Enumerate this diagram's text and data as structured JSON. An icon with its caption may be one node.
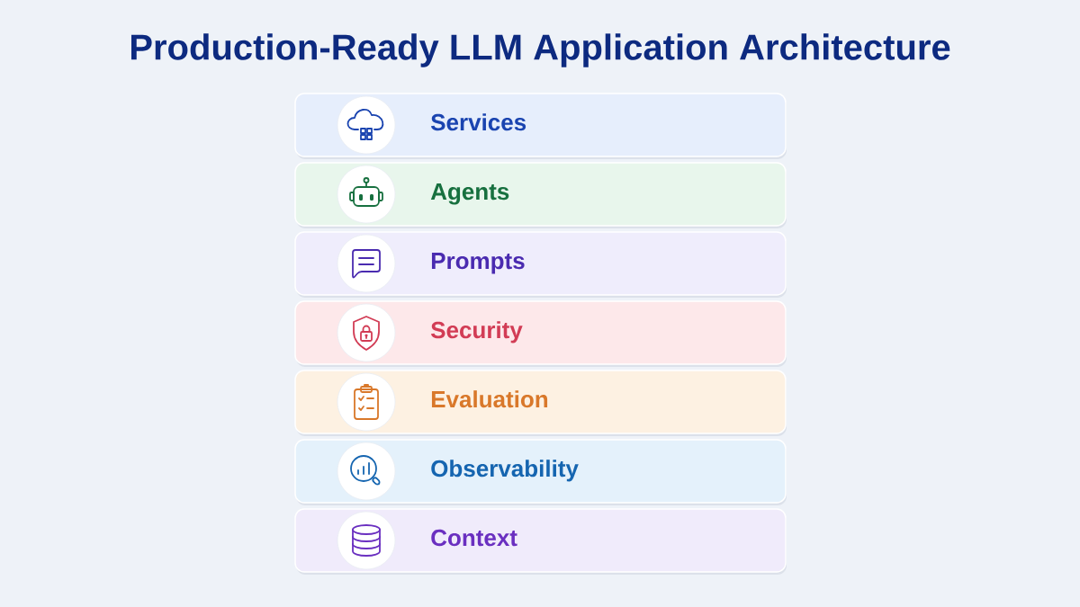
{
  "diagram": {
    "title": "Production-Ready LLM Application Architecture",
    "nodes": [
      {
        "text": [
          "Services"
        ]
      },
      {
        "text": [
          "Agents"
        ]
      },
      {
        "text": [
          "Prompts"
        ]
      },
      {
        "text": [
          "Security"
        ]
      },
      {
        "text": [
          "Evaluation"
        ]
      },
      {
        "text": [
          "Observability"
        ]
      },
      {
        "text": [
          "Context"
        ]
      }
    ]
  }
}
